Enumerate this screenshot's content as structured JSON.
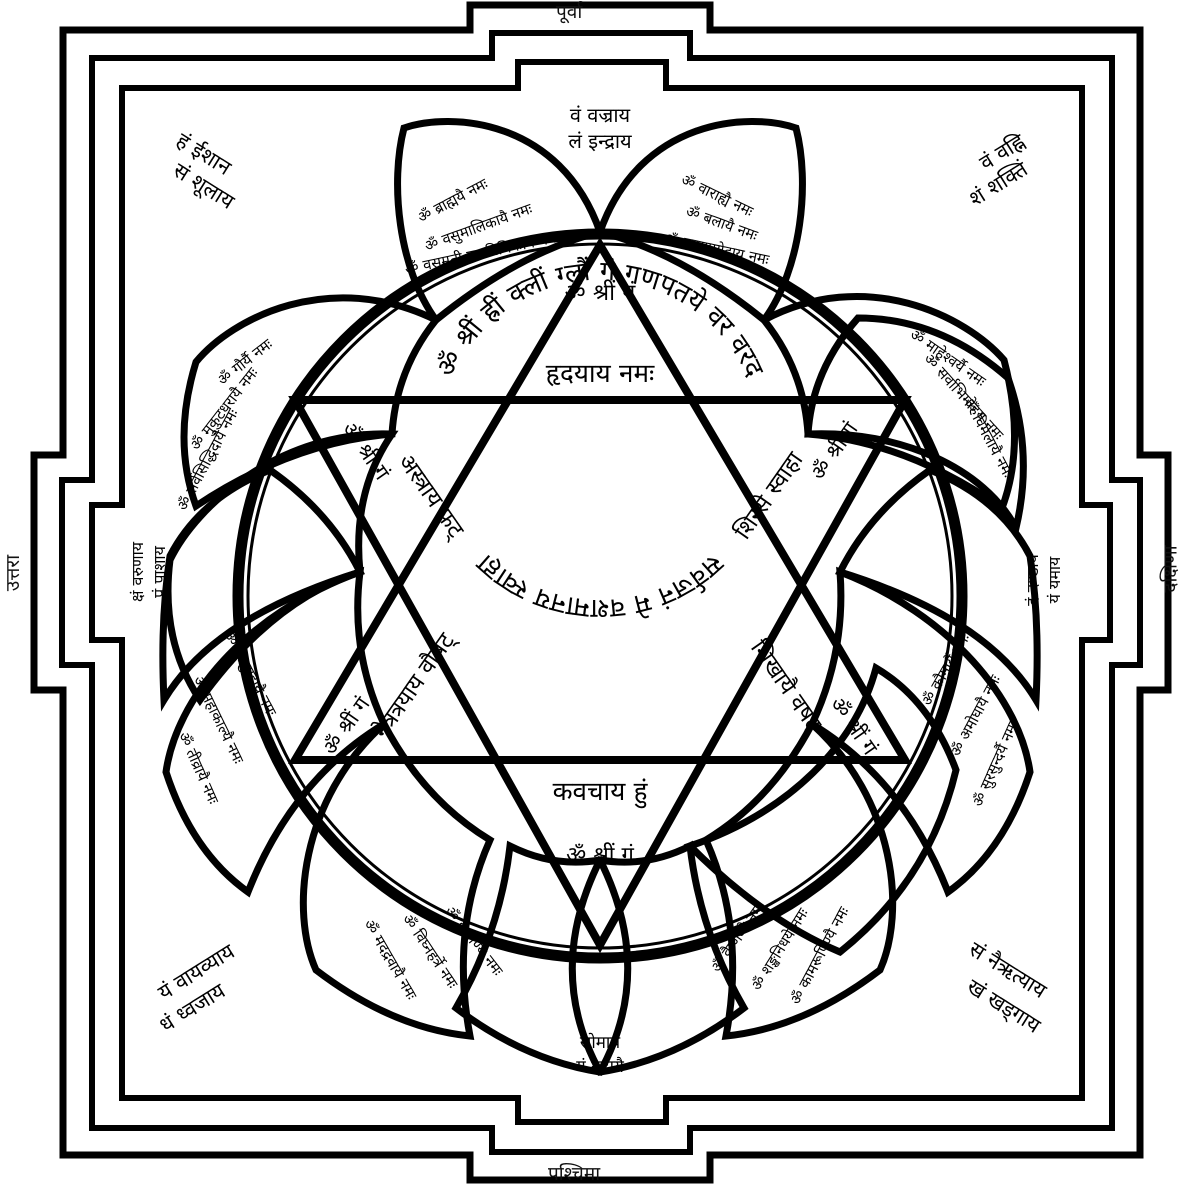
{
  "diagram": {
    "title": "Shri Ganapati Yantra",
    "type": "yantra-mandala",
    "ink_color": "#000000",
    "background_color": "#ffffff"
  },
  "directions": {
    "east_top": "पूर्वा",
    "west_bottom": "पश्चिमा",
    "north_left": "उत्तरा",
    "south_right": "दक्षिणा"
  },
  "gate_mantras": {
    "top": [
      "वं वज्राय",
      "लं इन्द्राय"
    ],
    "left": [
      "क्षं वरुणाय",
      "पं पाशाय"
    ],
    "right": [
      "यं यमाय",
      "दं दण्डाय"
    ],
    "bottom": [
      "सोमाय",
      "गं गदायै"
    ]
  },
  "corner_mantras": {
    "top_left": [
      "हं ईशान",
      "सं शूलाय"
    ],
    "top_right": [
      "वं वह्नि",
      "शं शक्तिं"
    ],
    "bottom_left": [
      "यं वायव्याय",
      "धं ध्वजाय"
    ],
    "bottom_right": [
      "सं नैऋत्याय",
      "खं खड्गाय"
    ]
  },
  "hexagram_triangles": [
    {
      "position": "top",
      "seed": "ॐ श्रीं गं",
      "anga": "हृदयाय नमः"
    },
    {
      "position": "upper-left",
      "seed": "ॐ श्रीं गं",
      "anga": "अस्त्राय फट्"
    },
    {
      "position": "upper-right",
      "seed": "ॐ श्रीं गं",
      "anga": "शिरसे स्वाहा"
    },
    {
      "position": "lower-left",
      "seed": "ॐ श्रीं गं",
      "anga": "नेत्रत्रयाय वौषट्"
    },
    {
      "position": "lower-right",
      "seed": "ॐ श्रीं गं",
      "anga": "शिखायै वषट्"
    },
    {
      "position": "bottom",
      "seed": "ॐ श्रीं गं",
      "anga": "कवचाय हुं"
    }
  ],
  "center_mantra": {
    "part_1": "ॐ श्रीं ह्रीं क्लीं ग्लौं गं गणपतये वर वरद",
    "part_2": "सर्वजनं मे वशमानय स्वाहा",
    "full": "ॐ श्रीं ह्रीं क्लीं ग्लौं गं गणपतये वर वरद सर्वजनं मे वशमानय स्वाहा"
  },
  "petals": [
    {
      "index": 1,
      "position": "north",
      "line_1": "ॐ ब्राह्मयै नमः",
      "line_2": "ॐ वसुमालिकायै नमः",
      "line_3": "ॐ वसुमती पद्मनिधिकाय नमः"
    },
    {
      "index": 2,
      "position": "north-east",
      "line_1": "ॐ वाराह्यै नमः",
      "line_2": "ॐ बलायै नमः",
      "line_3": "ॐ उदयामोदाय नमः"
    },
    {
      "index": 3,
      "position": "east",
      "line_1": "ॐ माहेश्वर्यै नमः",
      "line_2": "ॐ सर्वाभिमोहय नमः",
      "line_3": "ॐ विमलायै नमः"
    },
    {
      "index": 4,
      "position": "south-east",
      "line_1": "ॐ कौमार्यै नमः",
      "line_2": "ॐ अमोघायै नमः",
      "line_3": "ॐ सुरसुन्दर्यै नमः"
    },
    {
      "index": 5,
      "position": "south",
      "line_1": "ॐ वैष्णव्यै नमः",
      "line_2": "ॐ शङ्खनिधये नमः",
      "line_3": "ॐ कामरूपिण्यै नमः"
    },
    {
      "index": 6,
      "position": "south-west",
      "line_1": "ॐ इन्द्राण्यै नमः",
      "line_2": "ॐ विघ्नहर्त्रे नमः",
      "line_3": "ॐ मदद्रवायै नमः"
    },
    {
      "index": 7,
      "position": "west",
      "line_1": "ॐ चामुण्डायै नमः",
      "line_2": "ॐ महाकाल्यै नमः",
      "line_3": "ॐ तीव्रायै नमः"
    },
    {
      "index": 8,
      "position": "north-west",
      "line_1": "ॐ गौर्यै नमः",
      "line_2": "ॐ मुकुटधरायै नमः",
      "line_3": "ॐ सर्वसिद्धिदायै नमः"
    }
  ]
}
